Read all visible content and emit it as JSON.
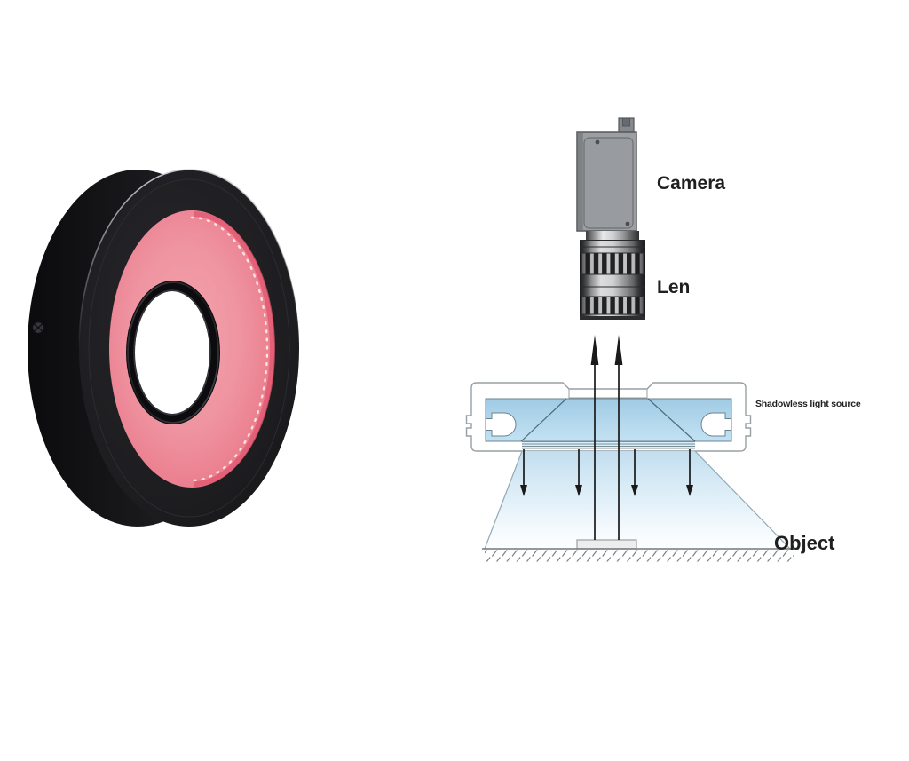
{
  "figure": {
    "left_panel": {
      "description": "shadowless ring light product photo",
      "colors": {
        "housing_black": "#1c1c1f",
        "diffuser_pink": "#ee8e9b",
        "led_accent_red": "#e0566f",
        "led_dot": "#ffe9e2"
      }
    },
    "right_panel": {
      "description": "shadowless lighting imaging setup diagram",
      "labels": {
        "camera": "Camera",
        "lens": "Len",
        "light_source": "Shadowless light source",
        "object": "Object"
      },
      "colors": {
        "camera_gray": "#9b9fa2",
        "light_blue": "#a9d2e8",
        "cone_blue": "#cfe7f4",
        "outline_gray": "#98a0a4",
        "arrow_black": "#1a1a1a"
      }
    }
  }
}
